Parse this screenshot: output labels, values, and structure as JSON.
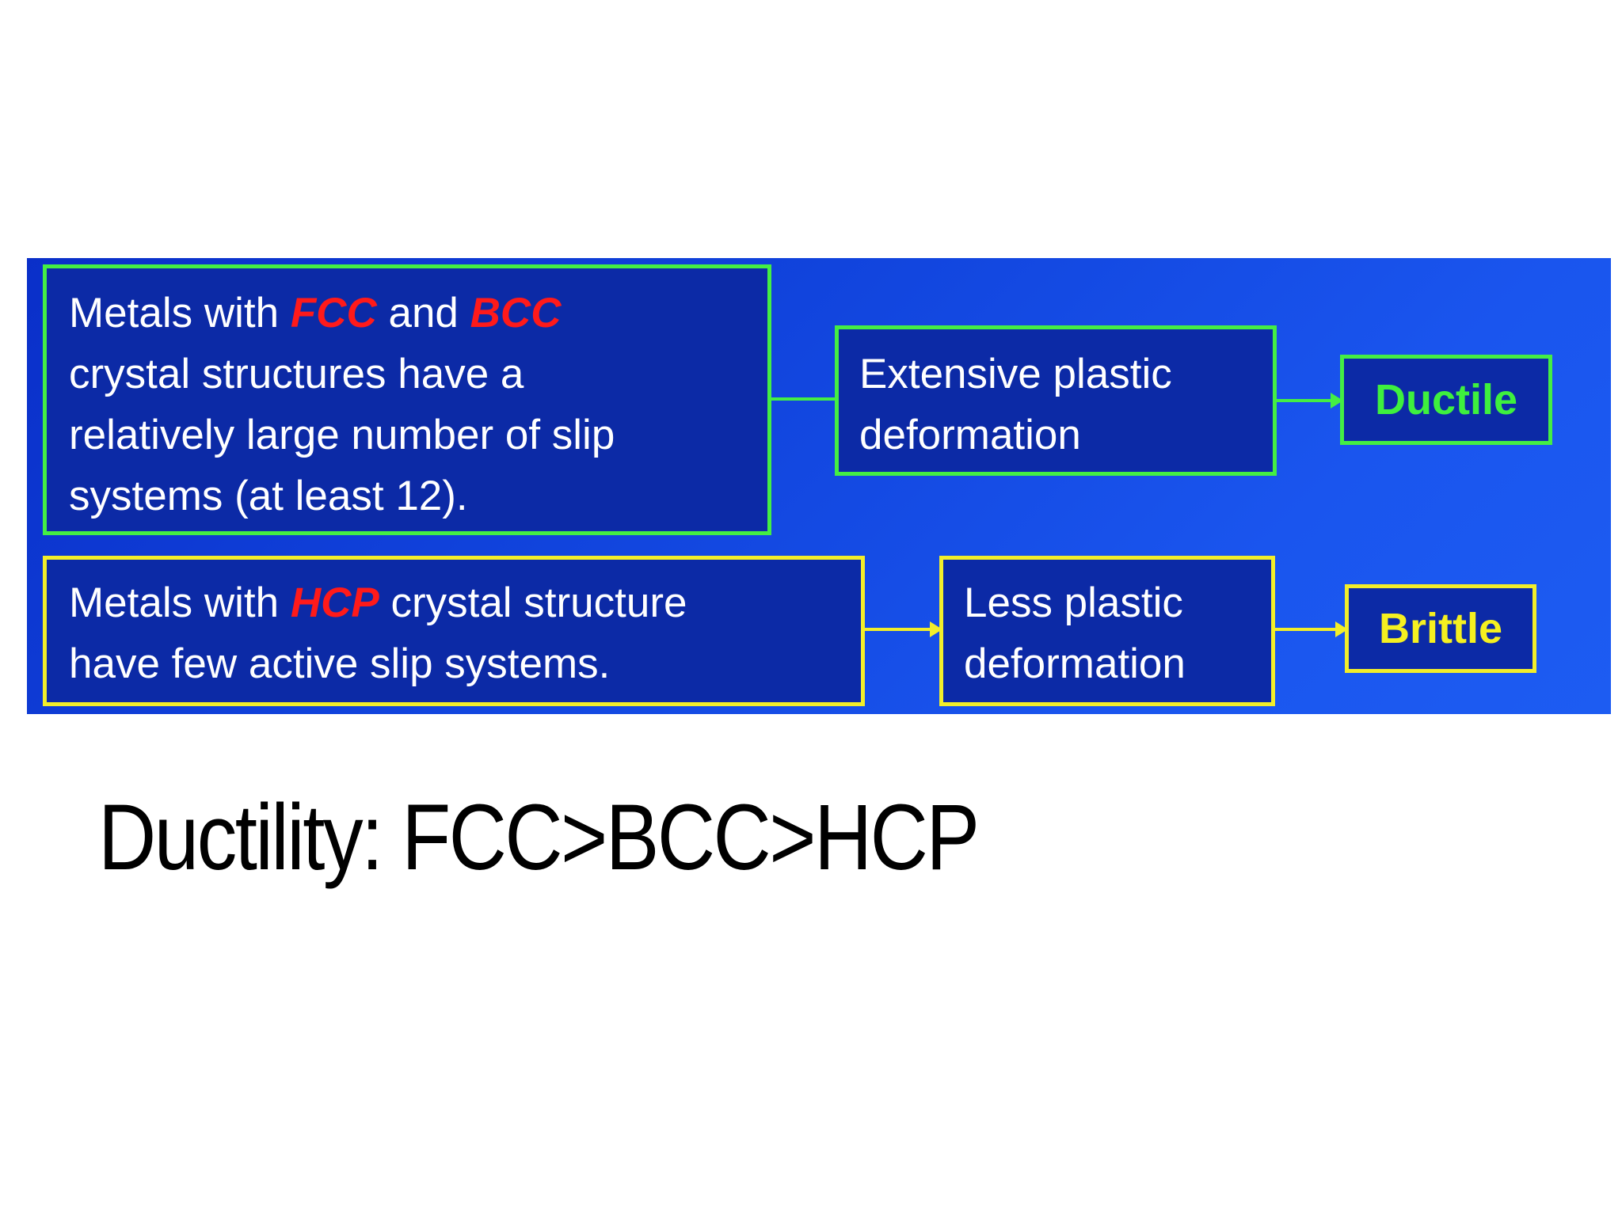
{
  "top_row": {
    "cause": {
      "line1_pre": "Metals with ",
      "line1_hl1": "FCC",
      "line1_mid": " and ",
      "line1_hl2": "BCC",
      "line2": "crystal structures have a",
      "line3": "relatively large number of slip",
      "line4": "systems (at least 12)."
    },
    "effect": {
      "line1": "Extensive plastic",
      "line2": "deformation"
    },
    "result": "Ductile"
  },
  "bottom_row": {
    "cause": {
      "line1_pre": "Metals with ",
      "line1_hl": "HCP",
      "line1_post": " crystal structure",
      "line2": "have few active slip systems."
    },
    "effect": {
      "line1": "Less plastic",
      "line2": "deformation"
    },
    "result": "Brittle"
  },
  "summary": "Ductility: FCC>BCC>HCP",
  "colors": {
    "panel_blue": "#1144dd",
    "top_border": "#44ee44",
    "bottom_border": "#f2ee2a",
    "highlight_red": "#ff1a1a"
  }
}
